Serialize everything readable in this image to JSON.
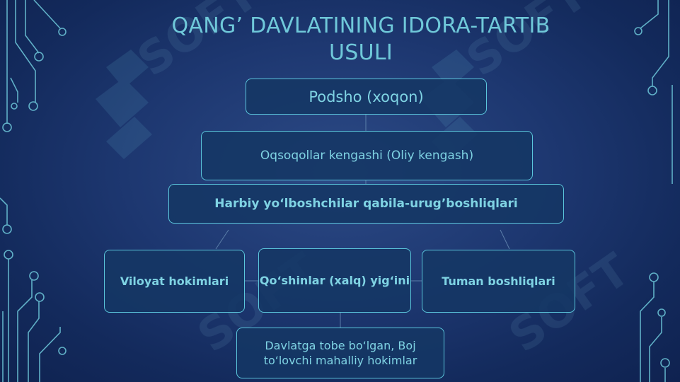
{
  "title": "QANG’ DAVLATINING IDORA-TARTIB USULI",
  "nodes": {
    "top": "Podsho (xoqon)",
    "council": "Oqsoqollar kengashi (Oliy kengash)",
    "military": "Harbiy yo‘lboshchilar qabila-urug’boshliqlari",
    "viloyat": "Viloyat hokimlari",
    "qoshin": "Qo‘shinlar (xalq) yig‘ini",
    "tuman": "Tuman boshliqlari",
    "local": "Davlatga tobe bo‘lgan, Boj to‘lovchi mahalliy hokimlar"
  },
  "watermark": "SOFT",
  "colors": {
    "accent": "#6fc8d9",
    "border": "#5bc6dc",
    "background": "#1d3770"
  }
}
